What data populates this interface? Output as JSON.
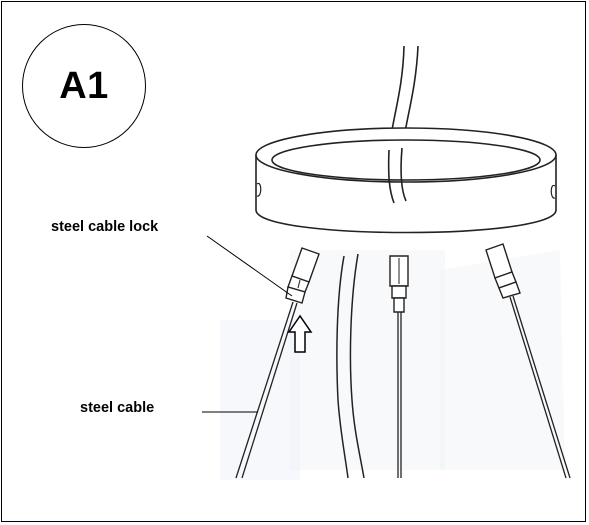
{
  "badge": {
    "text": "A1"
  },
  "labels": {
    "lock": "steel cable lock",
    "cable": "steel cable"
  },
  "icons": {
    "arrow": "up-arrow-icon"
  }
}
